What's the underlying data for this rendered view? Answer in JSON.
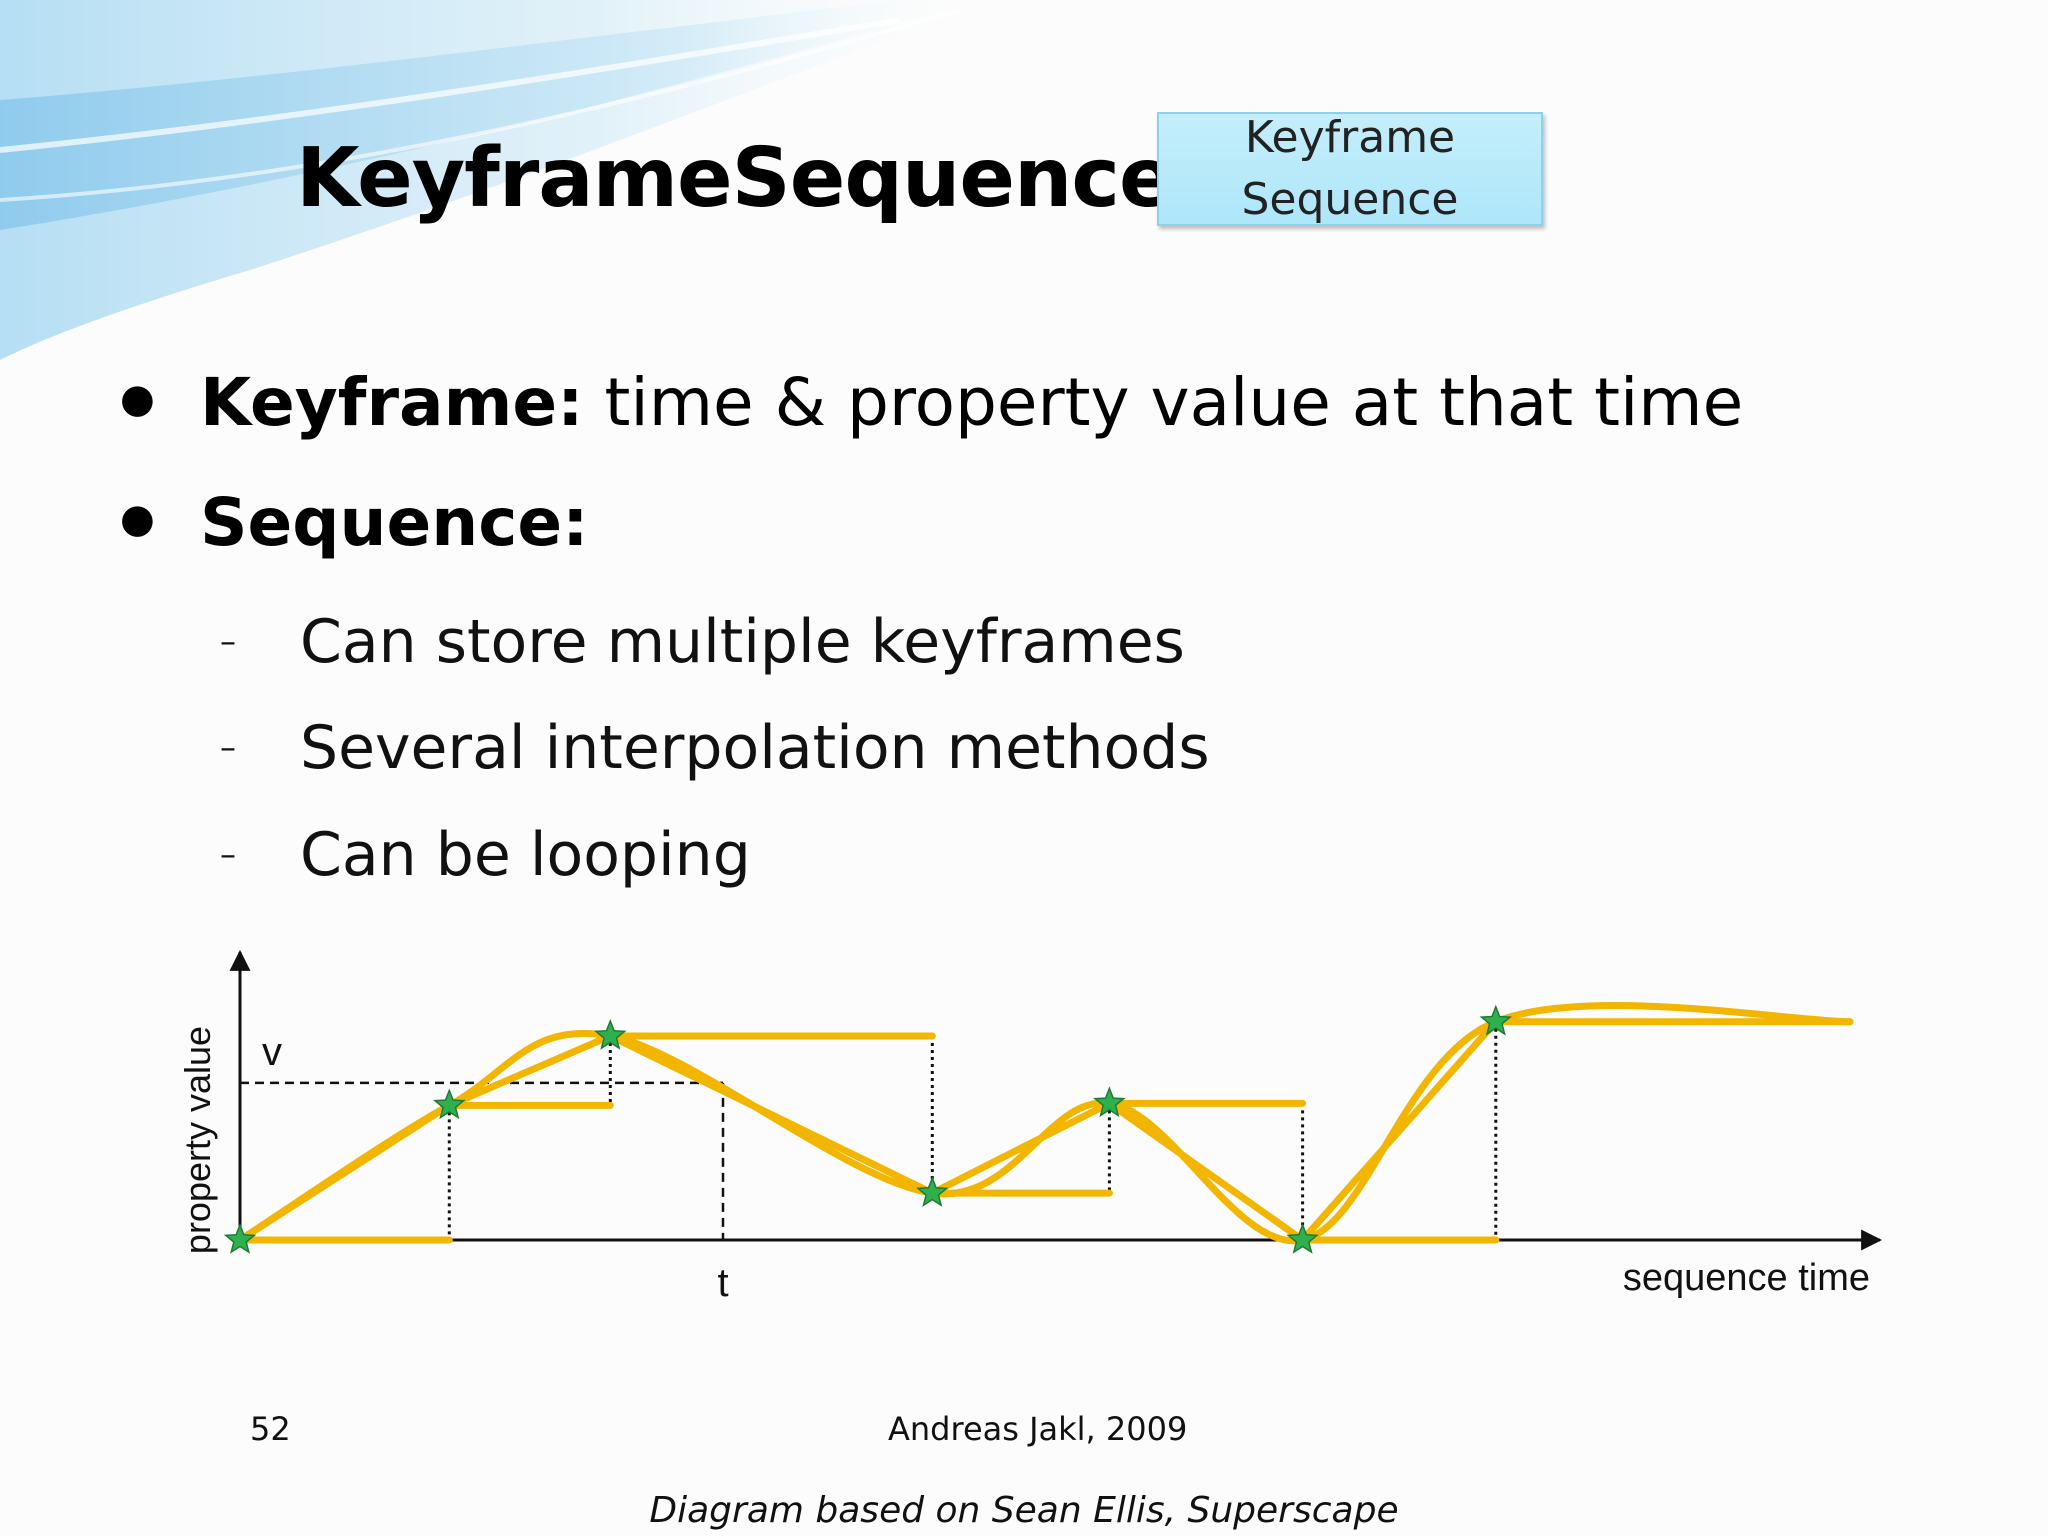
{
  "slide": {
    "title": "KeyframeSequence",
    "badge": {
      "line1": "Keyframe",
      "line2": "Sequence"
    },
    "bullets": [
      {
        "bold": "Keyframe:",
        "rest": " time & property value at that time"
      },
      {
        "bold": "Sequence:",
        "rest": ""
      }
    ],
    "sub_bullets": [
      "Can store multiple keyframes",
      "Several interpolation methods",
      "Can be looping"
    ],
    "dash_glyph": "–",
    "bullet_glyph": "●",
    "page_number": "52",
    "author": "Andreas Jakl, 2009",
    "caption": "Diagram based on Sean Ellis, Superscape"
  },
  "chart_data": {
    "type": "line",
    "ylabel": "property value",
    "xlabel": "sequence time",
    "marker_v_label": "v",
    "marker_t_label": "t",
    "keyframes": [
      {
        "t": 0.0,
        "v": 0.0
      },
      {
        "t": 0.13,
        "v": 0.66
      },
      {
        "t": 0.23,
        "v": 1.0
      },
      {
        "t": 0.43,
        "v": 0.23
      },
      {
        "t": 0.54,
        "v": 0.67
      },
      {
        "t": 0.66,
        "v": 0.0
      },
      {
        "t": 0.78,
        "v": 1.07
      }
    ],
    "marker": {
      "t": 0.3,
      "v": 0.77
    },
    "end": {
      "t": 1.0,
      "v": 1.07
    },
    "colors": {
      "curve": "#f2b600",
      "star": "#2fb04c",
      "axis": "#111111"
    }
  }
}
